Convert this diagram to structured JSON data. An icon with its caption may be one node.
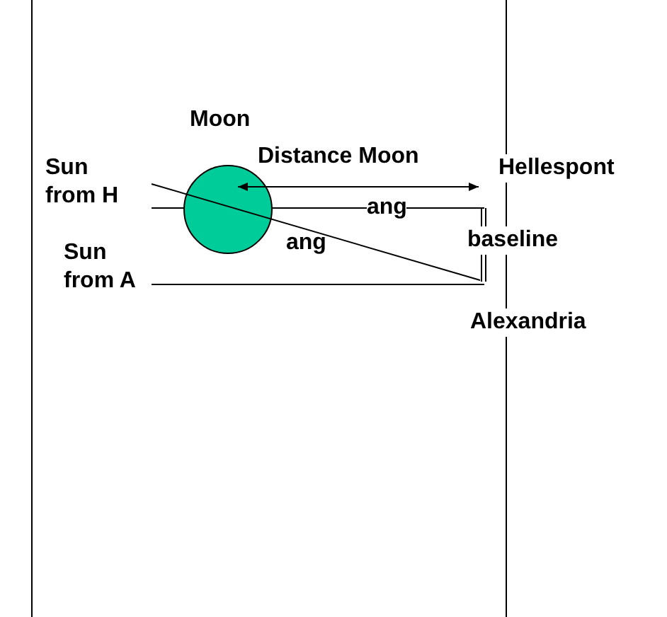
{
  "diagram": {
    "nodes": [
      {
        "text": [
          "Moon"
        ]
      }
    ],
    "labels": [
      "Sun from H",
      "Distance Moon",
      "Hellespont",
      "ang",
      "baseline",
      "ang",
      "Sun from A",
      "Alexandria"
    ]
  }
}
